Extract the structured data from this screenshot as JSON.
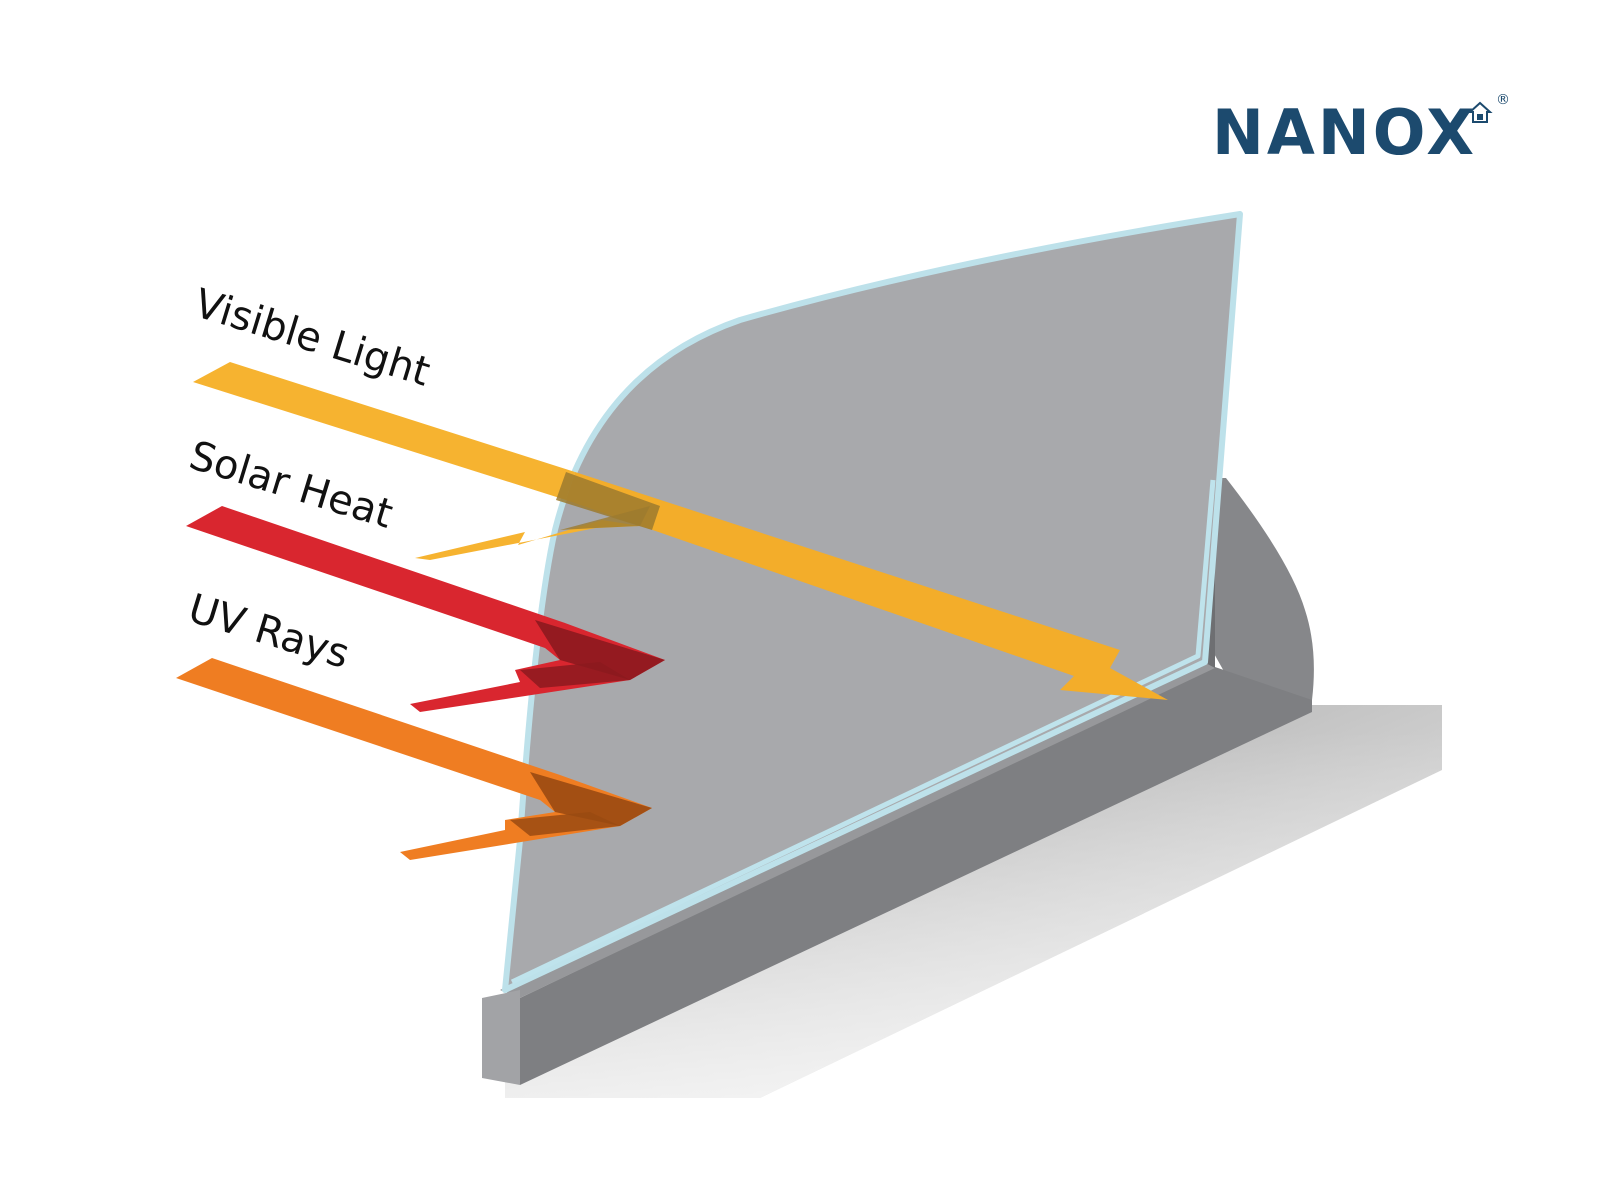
{
  "brand": {
    "name": "NANOX",
    "registered_mark": "®",
    "color": "#1c4a6e"
  },
  "rays": [
    {
      "label": "Visible Light",
      "color": "#f6b330",
      "behavior": "transmitted"
    },
    {
      "label": "Solar Heat",
      "color": "#d9262f",
      "behavior": "reflected"
    },
    {
      "label": "UV Rays",
      "color": "#ef7d22",
      "behavior": "reflected"
    }
  ],
  "colors": {
    "glass": "#a7a8ab",
    "glass_edge": "#bfe3ec",
    "frame": "#808083",
    "frame_front": "#9d9ea1",
    "floor_shadow": "#d0d0d0"
  }
}
